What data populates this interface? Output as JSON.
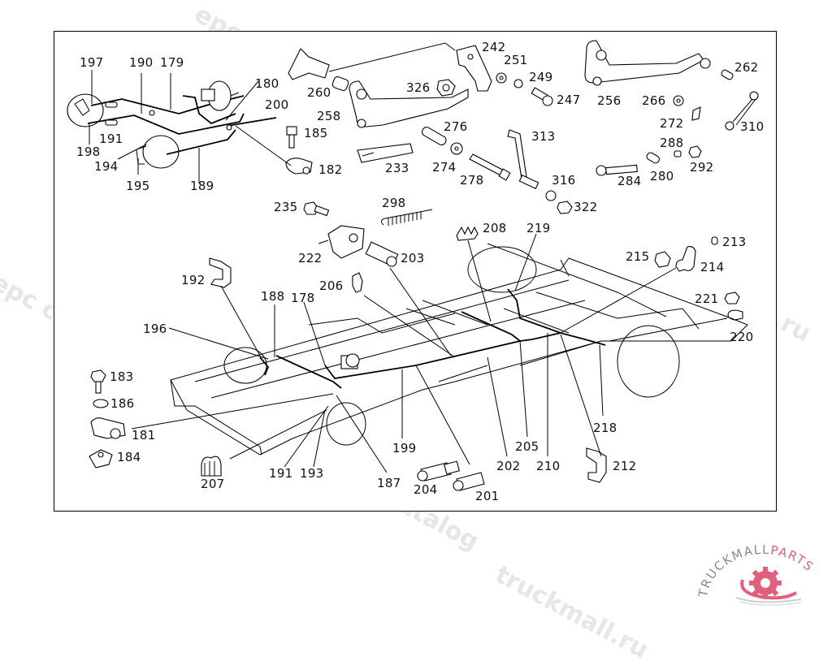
{
  "diagram": {
    "type": "exploded-parts-diagram",
    "subject": "brake lines and pedal linkage on chassis frame",
    "callouts": [
      {
        "id": "197",
        "label": "197"
      },
      {
        "id": "190",
        "label": "190"
      },
      {
        "id": "179",
        "label": "179"
      },
      {
        "id": "180",
        "label": "180"
      },
      {
        "id": "200",
        "label": "200"
      },
      {
        "id": "185",
        "label": "185"
      },
      {
        "id": "182",
        "label": "182"
      },
      {
        "id": "198",
        "label": "198"
      },
      {
        "id": "191a",
        "label": "191"
      },
      {
        "id": "194",
        "label": "194"
      },
      {
        "id": "195",
        "label": "195"
      },
      {
        "id": "189",
        "label": "189"
      },
      {
        "id": "260",
        "label": "260"
      },
      {
        "id": "258",
        "label": "258"
      },
      {
        "id": "233",
        "label": "233"
      },
      {
        "id": "326",
        "label": "326"
      },
      {
        "id": "242",
        "label": "242"
      },
      {
        "id": "251",
        "label": "251"
      },
      {
        "id": "249",
        "label": "249"
      },
      {
        "id": "247",
        "label": "247"
      },
      {
        "id": "276",
        "label": "276"
      },
      {
        "id": "274",
        "label": "274"
      },
      {
        "id": "278",
        "label": "278"
      },
      {
        "id": "313",
        "label": "313"
      },
      {
        "id": "316",
        "label": "316"
      },
      {
        "id": "322",
        "label": "322"
      },
      {
        "id": "256",
        "label": "256"
      },
      {
        "id": "266",
        "label": "266"
      },
      {
        "id": "262",
        "label": "262"
      },
      {
        "id": "272",
        "label": "272"
      },
      {
        "id": "310",
        "label": "310"
      },
      {
        "id": "288",
        "label": "288"
      },
      {
        "id": "292",
        "label": "292"
      },
      {
        "id": "280",
        "label": "280"
      },
      {
        "id": "284",
        "label": "284"
      },
      {
        "id": "235",
        "label": "235"
      },
      {
        "id": "298",
        "label": "298"
      },
      {
        "id": "222",
        "label": "222"
      },
      {
        "id": "203",
        "label": "203"
      },
      {
        "id": "206",
        "label": "206"
      },
      {
        "id": "208",
        "label": "208"
      },
      {
        "id": "219",
        "label": "219"
      },
      {
        "id": "215",
        "label": "215"
      },
      {
        "id": "214",
        "label": "214"
      },
      {
        "id": "213",
        "label": "213"
      },
      {
        "id": "221",
        "label": "221"
      },
      {
        "id": "220",
        "label": "220"
      },
      {
        "id": "192",
        "label": "192"
      },
      {
        "id": "188",
        "label": "188"
      },
      {
        "id": "178",
        "label": "178"
      },
      {
        "id": "196",
        "label": "196"
      },
      {
        "id": "183",
        "label": "183"
      },
      {
        "id": "186",
        "label": "186"
      },
      {
        "id": "181",
        "label": "181"
      },
      {
        "id": "184",
        "label": "184"
      },
      {
        "id": "207",
        "label": "207"
      },
      {
        "id": "191b",
        "label": "191"
      },
      {
        "id": "193",
        "label": "193"
      },
      {
        "id": "187",
        "label": "187"
      },
      {
        "id": "199",
        "label": "199"
      },
      {
        "id": "204",
        "label": "204"
      },
      {
        "id": "201",
        "label": "201"
      },
      {
        "id": "202",
        "label": "202"
      },
      {
        "id": "205",
        "label": "205"
      },
      {
        "id": "210",
        "label": "210"
      },
      {
        "id": "218",
        "label": "218"
      },
      {
        "id": "212",
        "label": "212"
      }
    ]
  },
  "watermarks": {
    "text1": "truckmall.ru epc catalog",
    "text2": "epc catalog",
    "text3": "truckmall.ru"
  },
  "logo": {
    "text_gray": "TRUCKMALL",
    "text_pink": "PARTS",
    "color_pink": "#e0607e",
    "color_gray": "#8a8a8a"
  }
}
